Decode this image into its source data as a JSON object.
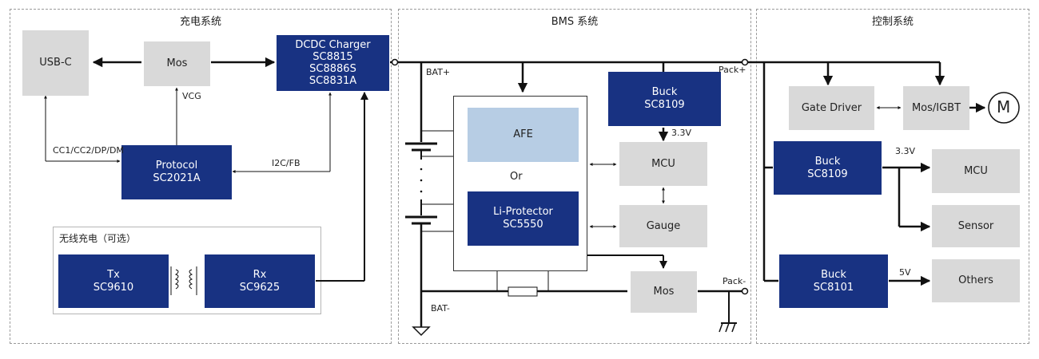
{
  "sections": {
    "charging": {
      "title": "充电系统"
    },
    "bms": {
      "title": "BMS 系统"
    },
    "control": {
      "title": "控制系统"
    }
  },
  "charging": {
    "usbc": "USB-C",
    "mos": "Mos",
    "dcdc": {
      "line1": "DCDC Charger",
      "line2": "SC8815",
      "line3": "SC8886S",
      "line4": "SC8831A"
    },
    "protocol": {
      "line1": "Protocol",
      "line2": "SC2021A"
    },
    "wireless_title": "无线充电（可选）",
    "tx": {
      "line1": "Tx",
      "line2": "SC9610"
    },
    "rx": {
      "line1": "Rx",
      "line2": "SC9625"
    },
    "labels": {
      "vcg": "VCG",
      "cc": "CC1/CC2/DP/DM",
      "i2c": "I2C/FB"
    }
  },
  "bms": {
    "afe": "AFE",
    "or": "Or",
    "liprotector": {
      "line1": "Li-Protector",
      "line2": "SC5550"
    },
    "buck": {
      "line1": "Buck",
      "line2": "SC8109"
    },
    "mcu": "MCU",
    "gauge": "Gauge",
    "mos": "Mos",
    "labels": {
      "bat_plus": "BAT+",
      "bat_minus": "BAT-",
      "pack_plus": "Pack+",
      "pack_minus": "Pack-",
      "v33": "3.3V"
    }
  },
  "control": {
    "gate_driver": "Gate Driver",
    "mos_igbt": "Mos/IGBT",
    "motor": "M",
    "buck1": {
      "line1": "Buck",
      "line2": "SC8109"
    },
    "buck2": {
      "line1": "Buck",
      "line2": "SC8101"
    },
    "mcu": "MCU",
    "sensor": "Sensor",
    "others": "Others",
    "labels": {
      "v33": "3.3V",
      "v5": "5V"
    }
  },
  "colors": {
    "navy": "#183282",
    "gray": "#d9d9d9",
    "light_blue": "#b7cde4",
    "line": "#111111"
  }
}
